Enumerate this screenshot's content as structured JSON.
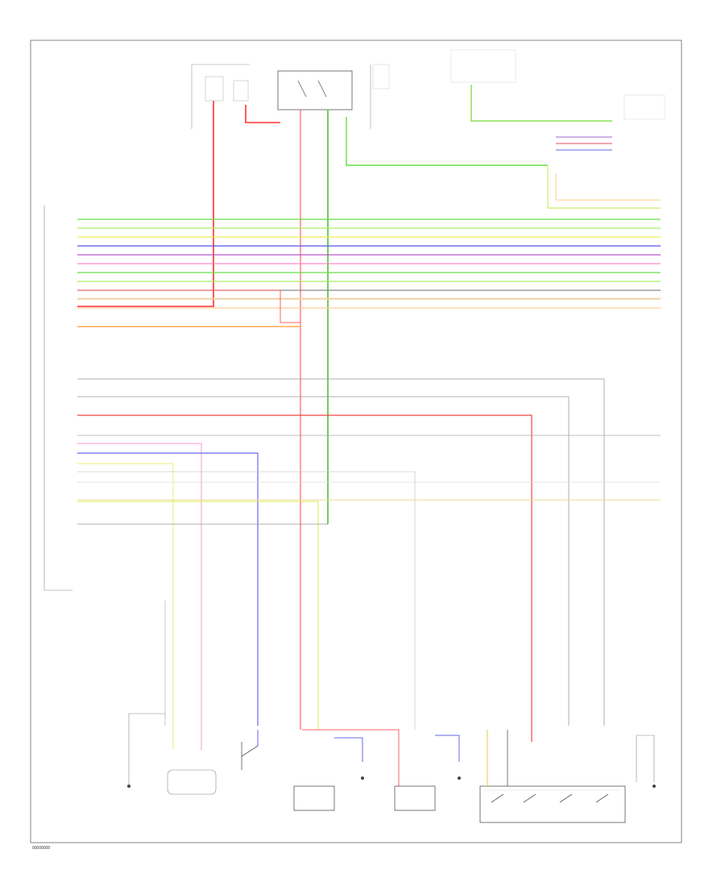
{
  "page_label": "00000000",
  "colors": {
    "frame": "#555555",
    "red": "#ff3030",
    "green": "#66dd44",
    "light_green": "#aaee66",
    "yellow": "#eeee55",
    "blue": "#5555ee",
    "violet": "#bb55cc",
    "pink": "#ff88cc",
    "orange": "#ffaa55",
    "peach": "#ffcc99",
    "gray": "#888888",
    "light_gray": "#bbbbbb",
    "beige": "#e0d8b0",
    "dark_red": "#ee4444"
  },
  "pin_rows": [
    {
      "color": "green"
    },
    {
      "color": "light_green"
    },
    {
      "color": "yellow"
    },
    {
      "color": "blue"
    },
    {
      "color": "violet"
    },
    {
      "color": "pink"
    },
    {
      "color": "green"
    },
    {
      "color": "light_green"
    },
    {
      "color": "gray"
    },
    {
      "color": "beige"
    },
    {
      "color": "peach"
    }
  ],
  "components": [
    {
      "id": "relay-box"
    },
    {
      "id": "fuse-top-left"
    },
    {
      "id": "hot-at-all-times"
    },
    {
      "id": "shift-lock-switch"
    },
    {
      "id": "selector-lever-component"
    },
    {
      "id": "tr-pressure-switch"
    },
    {
      "id": "input-speed-sensor"
    },
    {
      "id": "transmission-range-sensor"
    },
    {
      "id": "shift-position-sensor"
    }
  ]
}
